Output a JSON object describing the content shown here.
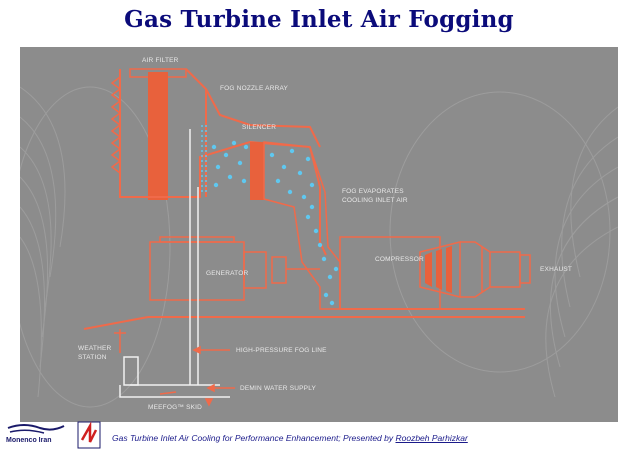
{
  "title": "Gas Turbine Inlet Air Fogging",
  "diagram": {
    "labels": {
      "air_filter": "AIR FILTER",
      "fog_nozzle_array": "FOG NOZZLE ARRAY",
      "silencer": "SILENCER",
      "fog_evaporates_1": "FOG EVAPORATES",
      "fog_evaporates_2": "COOLING INLET AIR",
      "generator": "GENERATOR",
      "compressor": "COMPRESSOR",
      "exhaust": "EXHAUST",
      "weather_station_1": "WEATHER",
      "weather_station_2": "STATION",
      "high_pressure_fog_line": "HIGH-PRESSURE FOG LINE",
      "demin_water_supply": "DEMIN WATER SUPPLY",
      "meefog_skid": "MEEFOG™ SKID"
    },
    "colors": {
      "background": "#8c8c8c",
      "outline": "#f06a4a",
      "filter_fill": "#e8613c",
      "fog": "#5fc8f0"
    }
  },
  "footer": {
    "logo_text": "Monenco Iran",
    "caption_main": "Gas Turbine Inlet Air Cooling for Performance Enhancement; Presented by ",
    "caption_author": "Roozbeh Parhizkar"
  }
}
